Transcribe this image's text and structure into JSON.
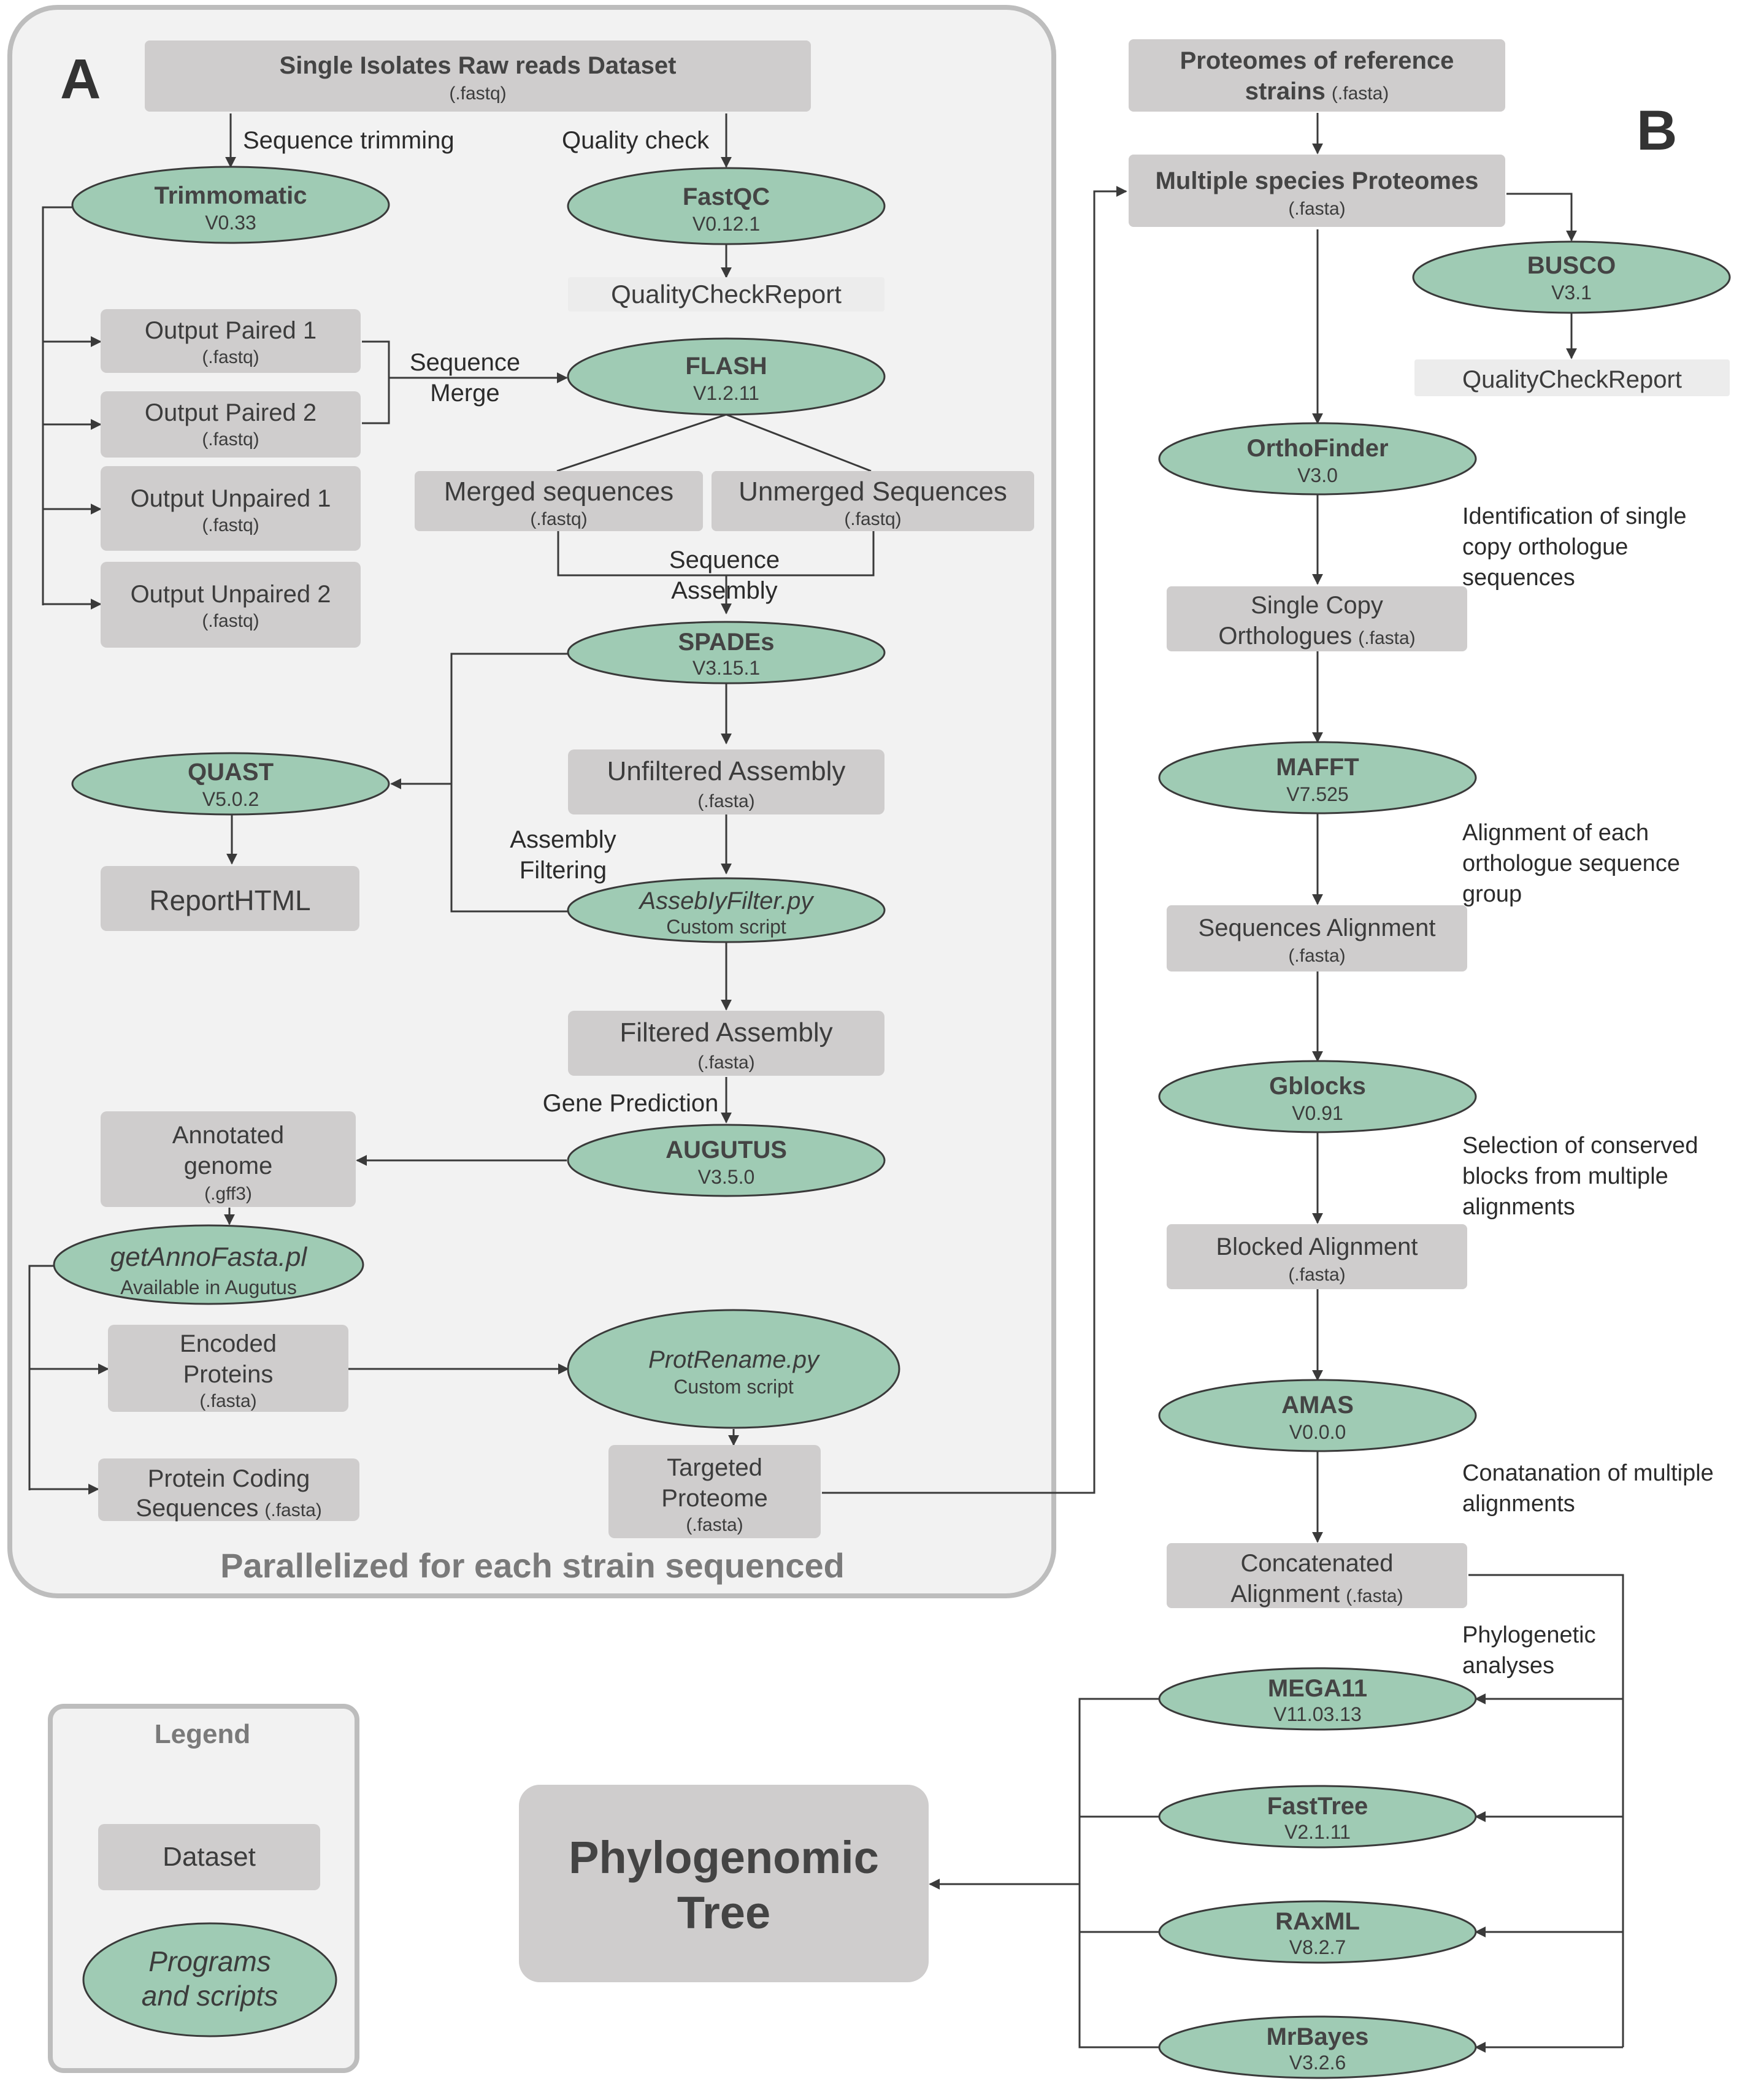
{
  "panel_a": {
    "letter": "A",
    "footer": "Parallelized for each strain sequenced",
    "raw_reads": {
      "title": "Single Isolates Raw reads Dataset",
      "ext": "(.fastq)"
    },
    "seq_trimming_label": "Sequence trimming",
    "quality_check_label": "Quality check",
    "trimmomatic": {
      "name": "Trimmomatic",
      "version": "V0.33"
    },
    "fastqc": {
      "name": "FastQC",
      "version": "V0.12.1"
    },
    "quality_report": "QualityCheckReport",
    "output_paired_1": {
      "title": "Output Paired 1",
      "ext": "(.fastq)"
    },
    "output_paired_2": {
      "title": "Output Paired 2",
      "ext": "(.fastq)"
    },
    "output_unpaired_1": {
      "title": "Output Unpaired 1",
      "ext": "(.fastq)"
    },
    "output_unpaired_2": {
      "title": "Output Unpaired 2",
      "ext": "(.fastq)"
    },
    "sequence_merge_label": [
      "Sequence",
      "Merge"
    ],
    "flash": {
      "name": "FLASH",
      "version": "V1.2.11"
    },
    "merged": {
      "title": "Merged sequences",
      "ext": "(.fastq)"
    },
    "unmerged": {
      "title": "Unmerged Sequences",
      "ext": "(.fastq)"
    },
    "sequence_assembly_label": [
      "Sequence",
      "Assembly"
    ],
    "spades": {
      "name": "SPADEs",
      "version": "V3.15.1"
    },
    "quast": {
      "name": "QUAST",
      "version": "V5.0.2"
    },
    "report_html": "ReportHTML",
    "unfiltered": {
      "title": "Unfiltered Assembly",
      "ext": "(.fasta)"
    },
    "assembly_filtering_label": [
      "Assembly",
      "Filtering"
    ],
    "assembly_filter": {
      "name": "AssebIyFilter.py",
      "sub": "Custom script"
    },
    "filtered": {
      "title": "Filtered Assembly",
      "ext": "(.fasta)"
    },
    "gene_prediction_label": "Gene Prediction",
    "augustus": {
      "name": "AUGUTUS",
      "version": "V3.5.0"
    },
    "annotated": {
      "lines": [
        "Annotated",
        "genome"
      ],
      "ext": "(.gff3)"
    },
    "get_anno": {
      "name": "getAnnoFasta.pl",
      "sub": "Available in Augutus"
    },
    "encoded": {
      "lines": [
        "Encoded",
        "Proteins"
      ],
      "ext": "(.fasta)"
    },
    "prot_rename": {
      "name": "ProtRename.py",
      "sub": "Custom script"
    },
    "protein_coding": {
      "line1": "Protein Coding",
      "line2": "Sequences",
      "ext": "(.fasta)"
    },
    "targeted": {
      "lines": [
        "Targeted",
        "Proteome"
      ],
      "ext": "(.fasta)"
    }
  },
  "panel_b": {
    "letter": "B",
    "reference": {
      "line1": "Proteomes of reference",
      "line2": "strains",
      "ext": "(.fasta)"
    },
    "multiple_species": {
      "title": "Multiple species Proteomes",
      "ext": "(.fasta)"
    },
    "busco": {
      "name": "BUSCO",
      "version": "V3.1"
    },
    "quality_report": "QualityCheckReport",
    "orthofinder": {
      "name": "OrthoFinder",
      "version": "V3.0"
    },
    "note_orthologues": [
      "Identification of single",
      "copy orthologue",
      "sequences"
    ],
    "single_copy": {
      "line1": "Single Copy",
      "line2": "Orthologues",
      "ext": "(.fasta)"
    },
    "mafft": {
      "name": "MAFFT",
      "version": "V7.525"
    },
    "note_alignment": [
      "Alignment of each",
      "orthologue sequence",
      "group"
    ],
    "seq_alignment": {
      "title": "Sequences Alignment",
      "ext": "(.fasta)"
    },
    "gblocks": {
      "name": "Gblocks",
      "version": "V0.91"
    },
    "note_selection": [
      "Selection of conserved",
      "blocks from multiple",
      "alignments"
    ],
    "blocked": {
      "title": "Blocked Alignment",
      "ext": "(.fasta)"
    },
    "amas": {
      "name": "AMAS",
      "version": "V0.0.0"
    },
    "note_concat": [
      "Conatanation of multiple",
      "alignments"
    ],
    "concatenated": {
      "line1": "Concatenated",
      "line2": "Alignment",
      "ext": "(.fasta)"
    },
    "note_phylo": [
      "Phylogenetic",
      "analyses"
    ],
    "mega": {
      "name": "MEGA11",
      "version": "V11.03.13"
    },
    "fasttree": {
      "name": "FastTree",
      "version": "V2.1.11"
    },
    "raxml": {
      "name": "RAxML",
      "version": "V8.2.7"
    },
    "mrbayes": {
      "name": "MrBayes",
      "version": "V3.2.6"
    },
    "tree": [
      "Phylogenomic",
      "Tree"
    ]
  },
  "legend": {
    "title": "Legend",
    "dataset": "Dataset",
    "programs": [
      "Programs",
      "and scripts"
    ]
  },
  "colors": {
    "box_fill": "#cfcdcd",
    "ellipse_fill": "#9fcbb4",
    "report_fill": "#ececec",
    "panel_fill": "#f2f2f2",
    "panel_stroke": "#bdbdbd",
    "line": "#3a3a3a"
  }
}
